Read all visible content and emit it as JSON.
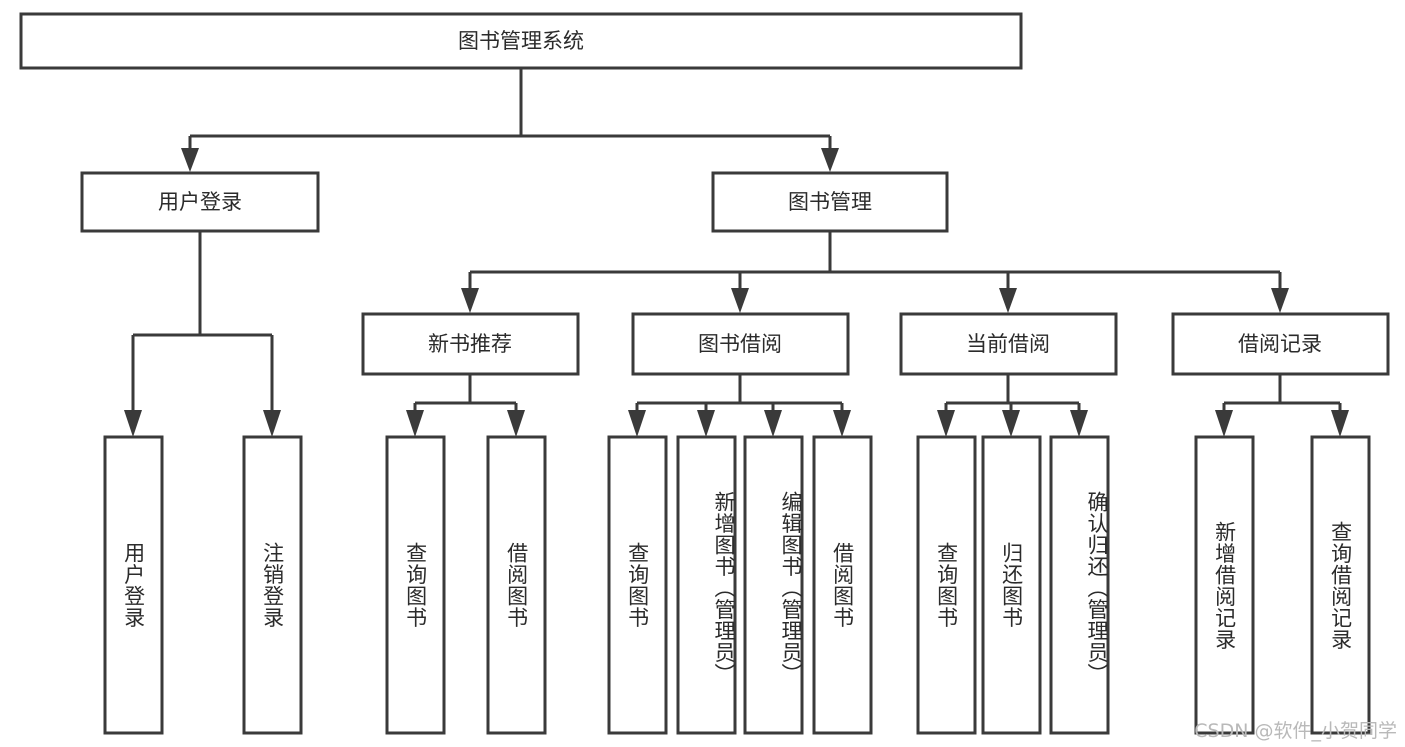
{
  "diagram": {
    "title": "图书管理系统",
    "type": "tree-hierarchy-diagram",
    "colors": {
      "stroke": "#3a3a3a",
      "box_fill": "#ffffff",
      "text": "#2b2b2b",
      "background": "#ffffff",
      "watermark": "#b9b9b9"
    },
    "root": {
      "label": "图书管理系统"
    },
    "level2": [
      {
        "label": "用户登录"
      },
      {
        "label": "图书管理"
      }
    ],
    "level3": [
      {
        "label": "新书推荐"
      },
      {
        "label": "图书借阅"
      },
      {
        "label": "当前借阅"
      },
      {
        "label": "借阅记录"
      }
    ],
    "leaves": {
      "user_login": [
        {
          "label": "用户登录"
        },
        {
          "label": "注销登录"
        }
      ],
      "new_book_recommend": [
        {
          "label": "查询图书"
        },
        {
          "label": "借阅图书"
        }
      ],
      "book_borrow": [
        {
          "label": "查询图书"
        },
        {
          "label": "新增图书（管理员）"
        },
        {
          "label": "编辑图书（管理员）"
        },
        {
          "label": "借阅图书"
        }
      ],
      "current_borrow": [
        {
          "label": "查询图书"
        },
        {
          "label": "归还图书"
        },
        {
          "label": "确认归还（管理员）"
        }
      ],
      "borrow_record": [
        {
          "label": "新增借阅记录"
        },
        {
          "label": "查询借阅记录"
        }
      ]
    },
    "watermark": "CSDN @软件_小贺同学"
  }
}
